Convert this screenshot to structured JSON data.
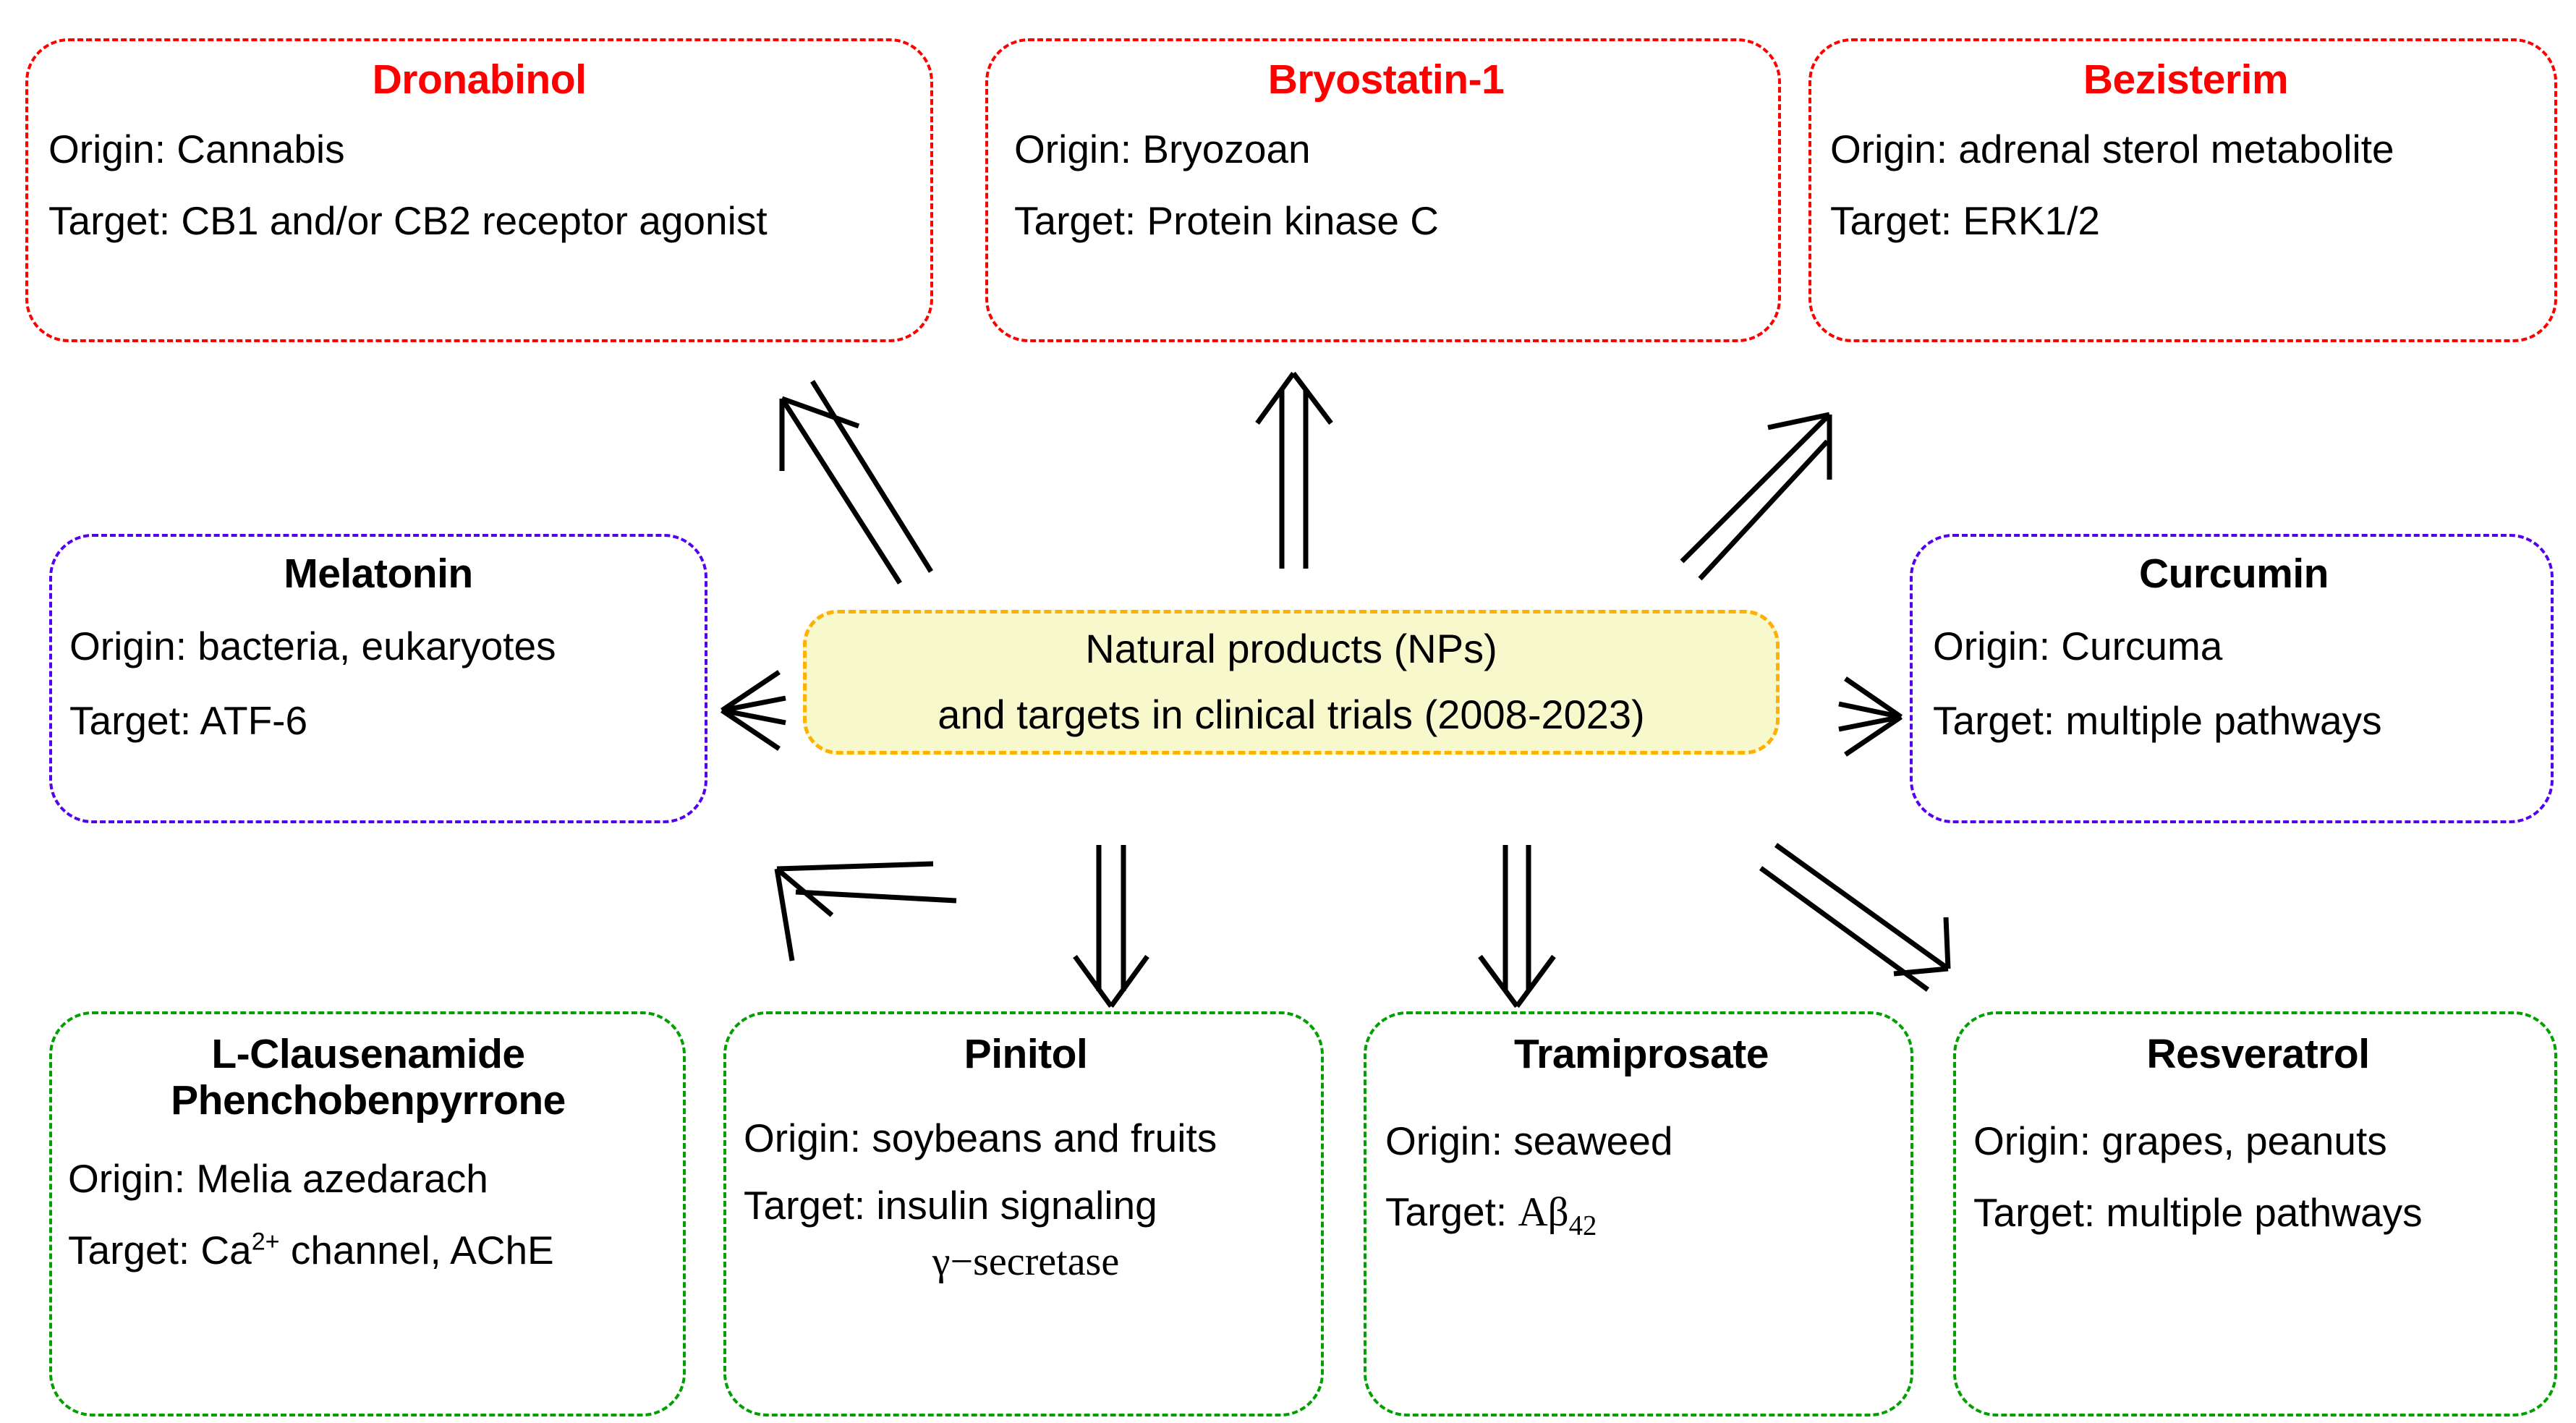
{
  "diagram": {
    "center": {
      "line1": "Natural products (NPs)",
      "line2": "and targets in clinical trials (2008-2023)",
      "fill_color": "#F8F8CD",
      "border_color": "#FFB000"
    },
    "nodes": [
      {
        "id": "dronabinol",
        "title": "Dronabinol",
        "origin": "Origin: Cannabis",
        "target": "Target: CB1 and/or CB2 receptor agonist",
        "border_color": "#FF0000",
        "title_color": "#FF0000",
        "group": "top"
      },
      {
        "id": "bryostatin",
        "title": "Bryostatin-1",
        "origin": "Origin: Bryozoan",
        "target": "Target: Protein kinase C",
        "border_color": "#FF0000",
        "title_color": "#FF0000",
        "group": "top"
      },
      {
        "id": "bezisterim",
        "title": "Bezisterim",
        "origin": "Origin: adrenal sterol metabolite",
        "target": "Target: ERK1/2",
        "border_color": "#FF0000",
        "title_color": "#FF0000",
        "group": "top"
      },
      {
        "id": "melatonin",
        "title": "Melatonin",
        "origin": "Origin: bacteria, eukaryotes",
        "target": " Target: ATF-6",
        "border_color": "#5500EE",
        "title_color": "#000000",
        "group": "middle-left"
      },
      {
        "id": "curcumin",
        "title": "Curcumin",
        "origin": "Origin: Curcuma",
        "target": "Target: multiple pathways",
        "border_color": "#5500EE",
        "title_color": "#000000",
        "group": "middle-right"
      },
      {
        "id": "clausenamide",
        "title": "L-Clausenamide",
        "title2": "Phenchobenpyrrone",
        "origin": "Origin: Melia azedarach",
        "target_prefix": "Target: Ca",
        "target_sup": "2+",
        "target_suffix": " channel, AChE",
        "border_color": "#00A000",
        "title_color": "#000000",
        "group": "bottom"
      },
      {
        "id": "pinitol",
        "title": "Pinitol",
        "origin": "Origin: soybeans and fruits",
        "target": "Target: insulin signaling",
        "target_line2": "γ−secretase",
        "border_color": "#00A000",
        "title_color": "#000000",
        "group": "bottom"
      },
      {
        "id": "tramiprosate",
        "title": "Tramiprosate",
        "origin": "Origin: seaweed",
        "target_prefix": "Target: ",
        "target_chem": "Aβ",
        "target_sub": "42",
        "border_color": "#00A000",
        "title_color": "#000000",
        "group": "bottom"
      },
      {
        "id": "resveratrol",
        "title": "Resveratrol",
        "origin": "Origin: grapes, peanuts",
        "target": "Target: multiple pathways",
        "border_color": "#00A000",
        "title_color": "#000000",
        "group": "bottom"
      }
    ],
    "arrows": [
      {
        "name": "arrow-to-dronabinol",
        "direction": "up-left"
      },
      {
        "name": "arrow-to-bryostatin",
        "direction": "up"
      },
      {
        "name": "arrow-to-bezisterim",
        "direction": "up-right"
      },
      {
        "name": "arrow-to-melatonin",
        "direction": "left"
      },
      {
        "name": "arrow-to-curcumin",
        "direction": "right"
      },
      {
        "name": "arrow-to-clausenamide",
        "direction": "down-left"
      },
      {
        "name": "arrow-to-pinitol",
        "direction": "down"
      },
      {
        "name": "arrow-to-tramiprosate",
        "direction": "down"
      },
      {
        "name": "arrow-to-resveratrol",
        "direction": "down-right"
      }
    ]
  }
}
